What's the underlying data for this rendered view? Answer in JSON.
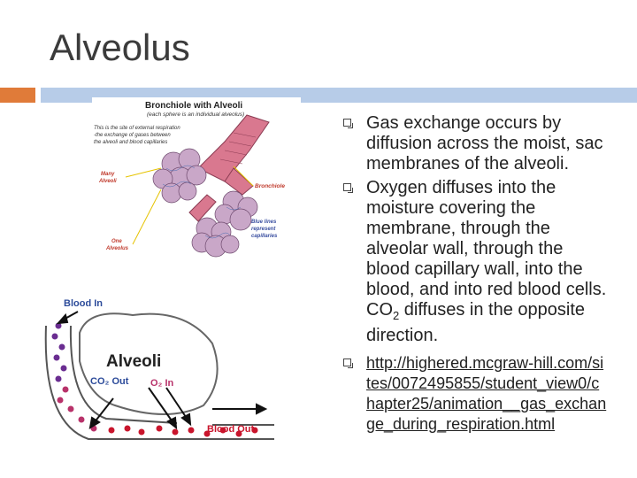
{
  "slide": {
    "title": "Alveolus",
    "colors": {
      "accent": "#e07b39",
      "rule": "#b7cce8"
    }
  },
  "figure_top": {
    "heading": "Bronchiole with Alveoli",
    "subheading": "(each sphere is an individual alveolus)",
    "note_line1": "This is the site of external respiration",
    "note_line2": "-the exchange of gases between",
    "note_line3": "the alveoli and blood capillaries",
    "label_many_line1": "Many",
    "label_many_line2": "Alveoli",
    "label_bronchiole": "Bronchiole",
    "label_one_line1": "One",
    "label_one_line2": "Alveolus",
    "label_blue_line1": "Blue lines",
    "label_blue_line2": "represent",
    "label_blue_line3": "capillaries"
  },
  "figure_bottom": {
    "blood_in": "Blood In",
    "alveoli": "Alveoli",
    "co2_out": "CO₂ Out",
    "o2_in": "O₂ In",
    "blood_out": "Blood Out"
  },
  "bullets": {
    "b1": "Gas exchange occurs by diffusion across the moist, sac membranes of the alveoli.",
    "b2_pre": "Oxygen diffuses into the moisture covering the membrane, through the alveolar wall, through the blood capillary wall, into the blood, and into red blood cells. CO",
    "b2_sub": "2",
    "b2_post": " diffuses in the opposite direction.",
    "link": "http://highered.mcgraw-hill.com/sites/0072495855/student_view0/chapter25/animation__gas_exchange_during_respiration.html"
  }
}
